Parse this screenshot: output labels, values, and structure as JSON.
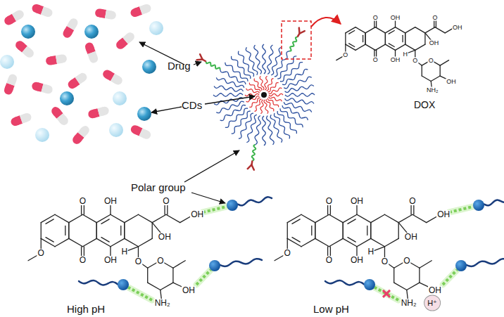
{
  "diagram": {
    "labels": [
      "Drug",
      "CDs",
      "Polar group",
      "DOX",
      "O",
      "OH",
      "O",
      "OH",
      "OH",
      "O",
      "O",
      "OH",
      "H",
      "O",
      "O",
      "OH",
      "NH₂",
      "High pH",
      "O",
      "OH",
      "O",
      "OH",
      "OH",
      "O",
      "O",
      "OH",
      "H",
      "O",
      "O",
      "OH",
      "NH₂",
      "Low pH",
      "O",
      "OH",
      "O",
      "OH",
      "OH",
      "O",
      "O",
      "OH",
      "H",
      "O",
      "O",
      "OH",
      "NH₂",
      "H⁺"
    ]
  }
}
